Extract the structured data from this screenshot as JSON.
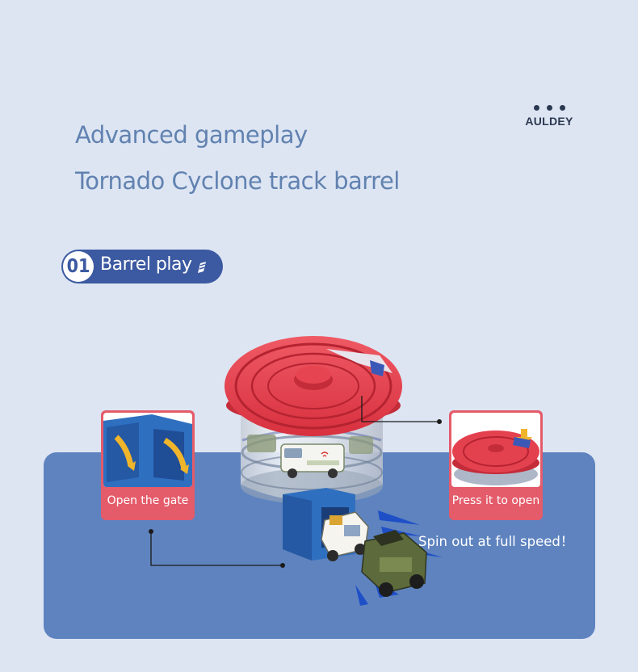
{
  "brand": {
    "name": "AULDEY"
  },
  "heading": {
    "line1": "Advanced gameplay",
    "line2": "Tornado Cyclone track barrel"
  },
  "section": {
    "number": "01",
    "label": "Barrel play"
  },
  "callouts": {
    "open_gate": "Open the gate",
    "press_open": "Press it to open",
    "spin_out": "Spin out at full speed！"
  },
  "colors": {
    "background": "#dde5f3",
    "title": "#6182b0",
    "pill": "#3c5aa1",
    "panel": "#5e83bf",
    "card": "#e45b6a",
    "lid": "#e4414f",
    "gate": "#2f6fc0"
  }
}
